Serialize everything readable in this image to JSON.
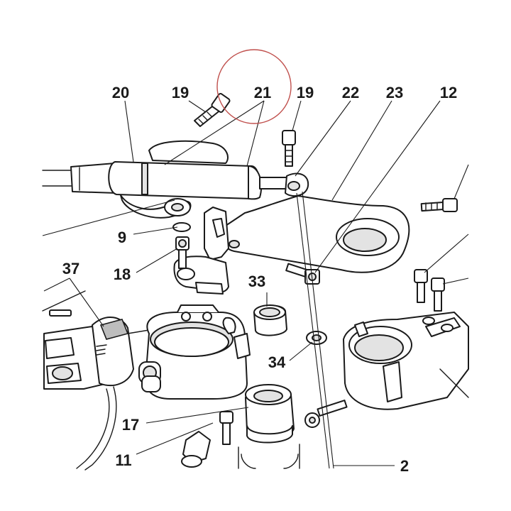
{
  "diagram": {
    "callouts": [
      {
        "id": "c20",
        "text": "20"
      },
      {
        "id": "c19a",
        "text": "19"
      },
      {
        "id": "c21",
        "text": "21"
      },
      {
        "id": "c19b",
        "text": "19"
      },
      {
        "id": "c22",
        "text": "22"
      },
      {
        "id": "c23",
        "text": "23"
      },
      {
        "id": "c12",
        "text": "12"
      },
      {
        "id": "c9",
        "text": "9"
      },
      {
        "id": "c18",
        "text": "18"
      },
      {
        "id": "c37",
        "text": "37"
      },
      {
        "id": "c33",
        "text": "33"
      },
      {
        "id": "c34",
        "text": "34"
      },
      {
        "id": "c17",
        "text": "17"
      },
      {
        "id": "c11",
        "text": "11"
      },
      {
        "id": "c2",
        "text": "2"
      }
    ],
    "highlight": {
      "callout": "21",
      "color": "#c0504d"
    },
    "line_color": "#1a1a1a",
    "background_color": "#ffffff"
  }
}
